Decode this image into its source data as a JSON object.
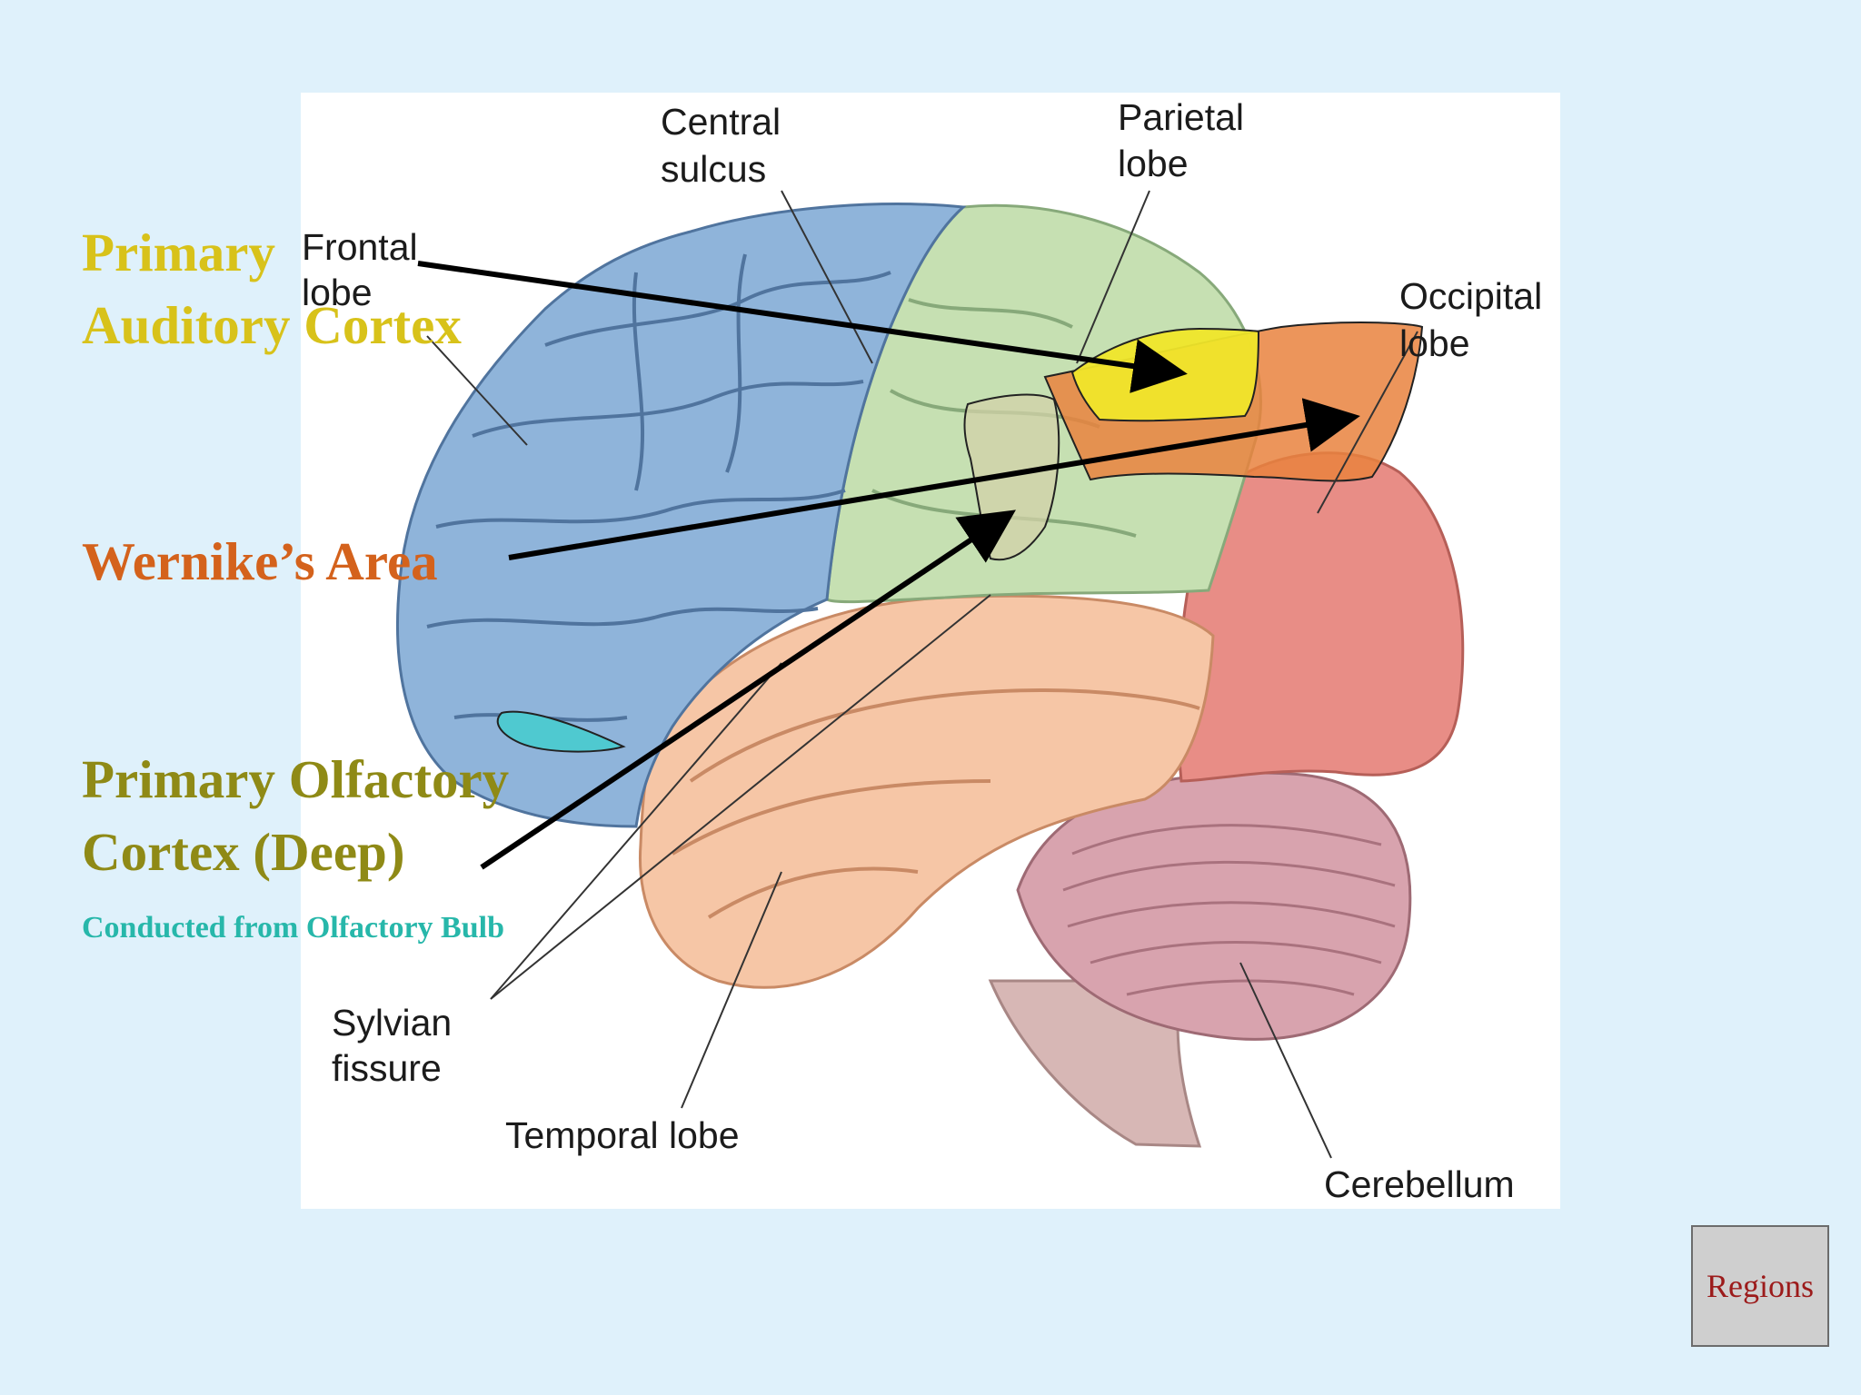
{
  "diagram": {
    "labels": {
      "central_sulcus": [
        "Central",
        "sulcus"
      ],
      "parietal_lobe": [
        "Parietal",
        "lobe"
      ],
      "frontal_lobe": [
        "Frontal",
        "lobe"
      ],
      "occipital_lobe": [
        "Occipital",
        "lobe"
      ],
      "sylvian_fissure": [
        "Sylvian",
        "fissure"
      ],
      "temporal_lobe": "Temporal lobe",
      "cerebellum": "Cerebellum"
    },
    "region_colors": {
      "frontal": "#8fb4da",
      "parietal": "#c6e0b2",
      "occipital": "#e88d86",
      "temporal": "#f6c6a6",
      "cerebellum": "#d8a3ae",
      "auditory_highlight": "#f0e62a",
      "wernicke_highlight": "#e9823e",
      "olfactory_highlight": "#4fc9d0"
    }
  },
  "callouts": {
    "auditory": [
      "Primary",
      "Auditory Cortex"
    ],
    "wernicke": "Wernike’s Area",
    "olfactory": [
      "Primary Olfactory",
      "Cortex (Deep)"
    ],
    "olfactory_note": "Conducted from Olfactory Bulb"
  },
  "nav": {
    "regions_button": "Regions"
  }
}
